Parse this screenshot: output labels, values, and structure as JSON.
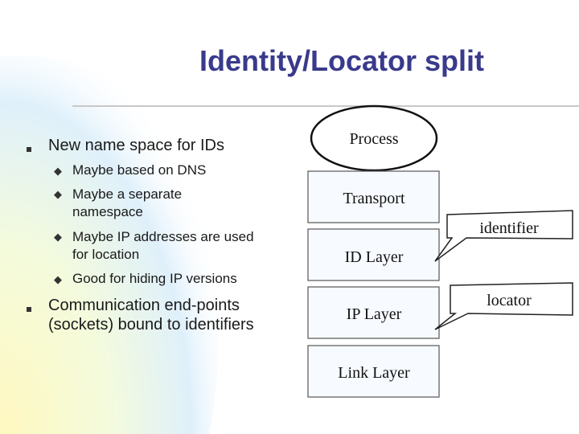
{
  "title": "Identity/Locator split",
  "bullets": [
    {
      "text": "New name space for IDs",
      "sub": [
        "Maybe based on DNS",
        "Maybe a separate namespace",
        "Maybe IP addresses are used for location",
        "Good for hiding IP versions"
      ]
    },
    {
      "text": "Communication end-points (sockets) bound to identifiers",
      "sub": []
    }
  ],
  "stack": {
    "process": "Process",
    "transport": "Transport",
    "id_layer": "ID Layer",
    "ip_layer": "IP Layer",
    "link_layer": "Link Layer"
  },
  "callouts": {
    "identifier": "identifier",
    "locator": "locator"
  },
  "colors": {
    "title": "#3a3a8c",
    "background_gradient": "#fffbd0"
  }
}
